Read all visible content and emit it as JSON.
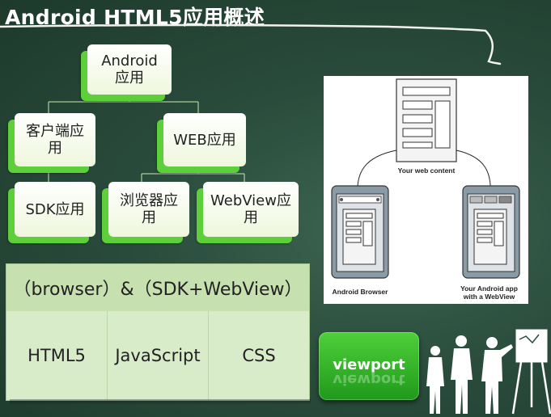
{
  "title": "Android HTML5应用概述",
  "tree": {
    "root": "Android\n应用",
    "client": "客户端应\n用",
    "web": "WEB应用",
    "sdk": "SDK应用",
    "browser": "浏览器应\n用",
    "webview": "WebView应\n用"
  },
  "figure": {
    "content_label": "Your web content",
    "browser_label": "Android Browser",
    "app_label": "Your Android app\nwith a WebView"
  },
  "table": {
    "header": "（browser）&（SDK+WebView）",
    "cells": [
      "HTML5",
      "JavaScript",
      "CSS"
    ]
  },
  "button": {
    "label": "viewport"
  },
  "colors": {
    "background": "#2a4c3c",
    "node_shadow": "#5ccf3a",
    "table_header": "#c6e0b0",
    "table_body": "#d9ecc9",
    "button": "#2fae28"
  }
}
